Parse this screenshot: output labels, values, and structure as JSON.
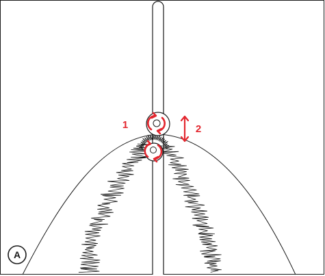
{
  "figure": {
    "panel_label": "A",
    "annotations": [
      {
        "label": "1"
      },
      {
        "label": "2"
      }
    ],
    "colors": {
      "line": "#1a1a1a",
      "accent": "#e3262e",
      "background": "#ffffff"
    },
    "icons": {
      "rotation": "circular-arrows-icon",
      "translation": "double-headed-arrow-icon"
    }
  }
}
